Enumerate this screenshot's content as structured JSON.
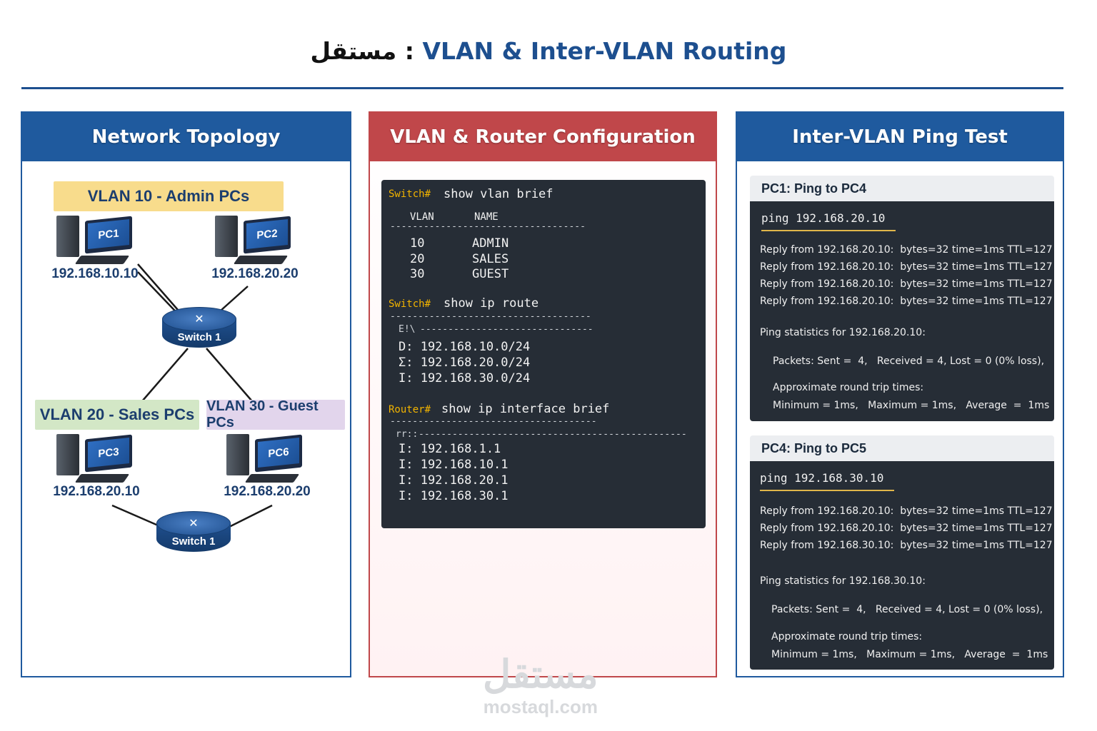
{
  "title": {
    "arabic": "مستقل",
    "separator": ":",
    "english": "VLAN & Inter-VLAN Routing"
  },
  "topology": {
    "header": "Network Topology",
    "vlan10_label": "VLAN 10 - Admin PCs",
    "vlan20_label": "VLAN 20 - Sales PCs",
    "vlan30_label": "VLAN 30 - Guest PCs",
    "pcs": [
      {
        "name": "PC1",
        "ip": "192.168.10.10"
      },
      {
        "name": "PC2",
        "ip": "192.168.20.20"
      },
      {
        "name": "PC3",
        "ip": "192.168.20.10"
      },
      {
        "name": "PC6",
        "ip": "192.168.20.20"
      }
    ],
    "switches": [
      "Switch 1",
      "Switch 1"
    ],
    "colors": {
      "vlan10": "#f8dc8c",
      "vlan20": "#d3e7c6",
      "vlan30": "#e2d5ec"
    }
  },
  "config": {
    "header": "VLAN & Router Configuration",
    "block1": {
      "prompt": "Switch#",
      "command": "show vlan brief",
      "col1": "VLAN",
      "col2": "NAME",
      "rows": [
        {
          "vlan": "10",
          "name": "ADMIN"
        },
        {
          "vlan": "20",
          "name": "SALES"
        },
        {
          "vlan": "30",
          "name": "GUEST"
        }
      ]
    },
    "block2": {
      "prompt": "Switch#",
      "command": "show ip route",
      "sub_prefix": "E!\\",
      "routes": [
        "D: 192.168.10.0/24",
        "Σ: 192.168.20.0/24",
        "I: 192.168.30.0/24"
      ]
    },
    "block3": {
      "prompt": "Router#",
      "command": "show ip interface brief",
      "sub_prefix": "rr::",
      "interfaces": [
        "I: 192.168.1.1",
        "I: 192.168.10.1",
        "I: 192.168.20.1",
        "I: 192.168.30.1"
      ]
    }
  },
  "ping": {
    "header": "Inter-VLAN Ping Test",
    "test1": {
      "title": "PC1: Ping to PC4",
      "command": "ping 192.168.20.10",
      "replies": [
        "Reply from 192.168.20.10:  bytes=32 time=1ms TTL=127",
        "Reply from 192.168.20.10:  bytes=32 time=1ms TTL=127",
        "Reply from 192.168.20.10:  bytes=32 time=1ms TTL=127",
        "Reply from 192.168.20.10:  bytes=32 time=1ms TTL=127"
      ],
      "stats_title": "Ping statistics for 192.168.20.10:",
      "packets": "Packets: Sent =  4,   Received = 4, Lost = 0 (0% loss),",
      "approx": "Approximate round trip times:",
      "times": "Minimum = 1ms,   Maximum = 1ms,   Average  =  1ms"
    },
    "test2": {
      "title": "PC4: Ping to PC5",
      "command": "ping 192.168.30.10",
      "replies": [
        "Reply from 192.168.20.10:  bytes=32 time=1ms TTL=127",
        "Reply from 192.168.20.10:  bytes=32 time=1ms TTL=127",
        "Reply from 192.168.30.10:  bytes=32 time=1ms TTL=127"
      ],
      "stats_title": "Ping statistics for 192.168.30.10:",
      "packets": "Packets: Sent =  4,   Received = 4, Lost = 0 (0% loss),",
      "approx": "Approximate round trip times:",
      "times": "Minimum = 1ms,   Maximum = 1ms,   Average  =  1ms"
    }
  },
  "watermark": {
    "arabic": "مستقل",
    "domain": "mostaql.com"
  }
}
